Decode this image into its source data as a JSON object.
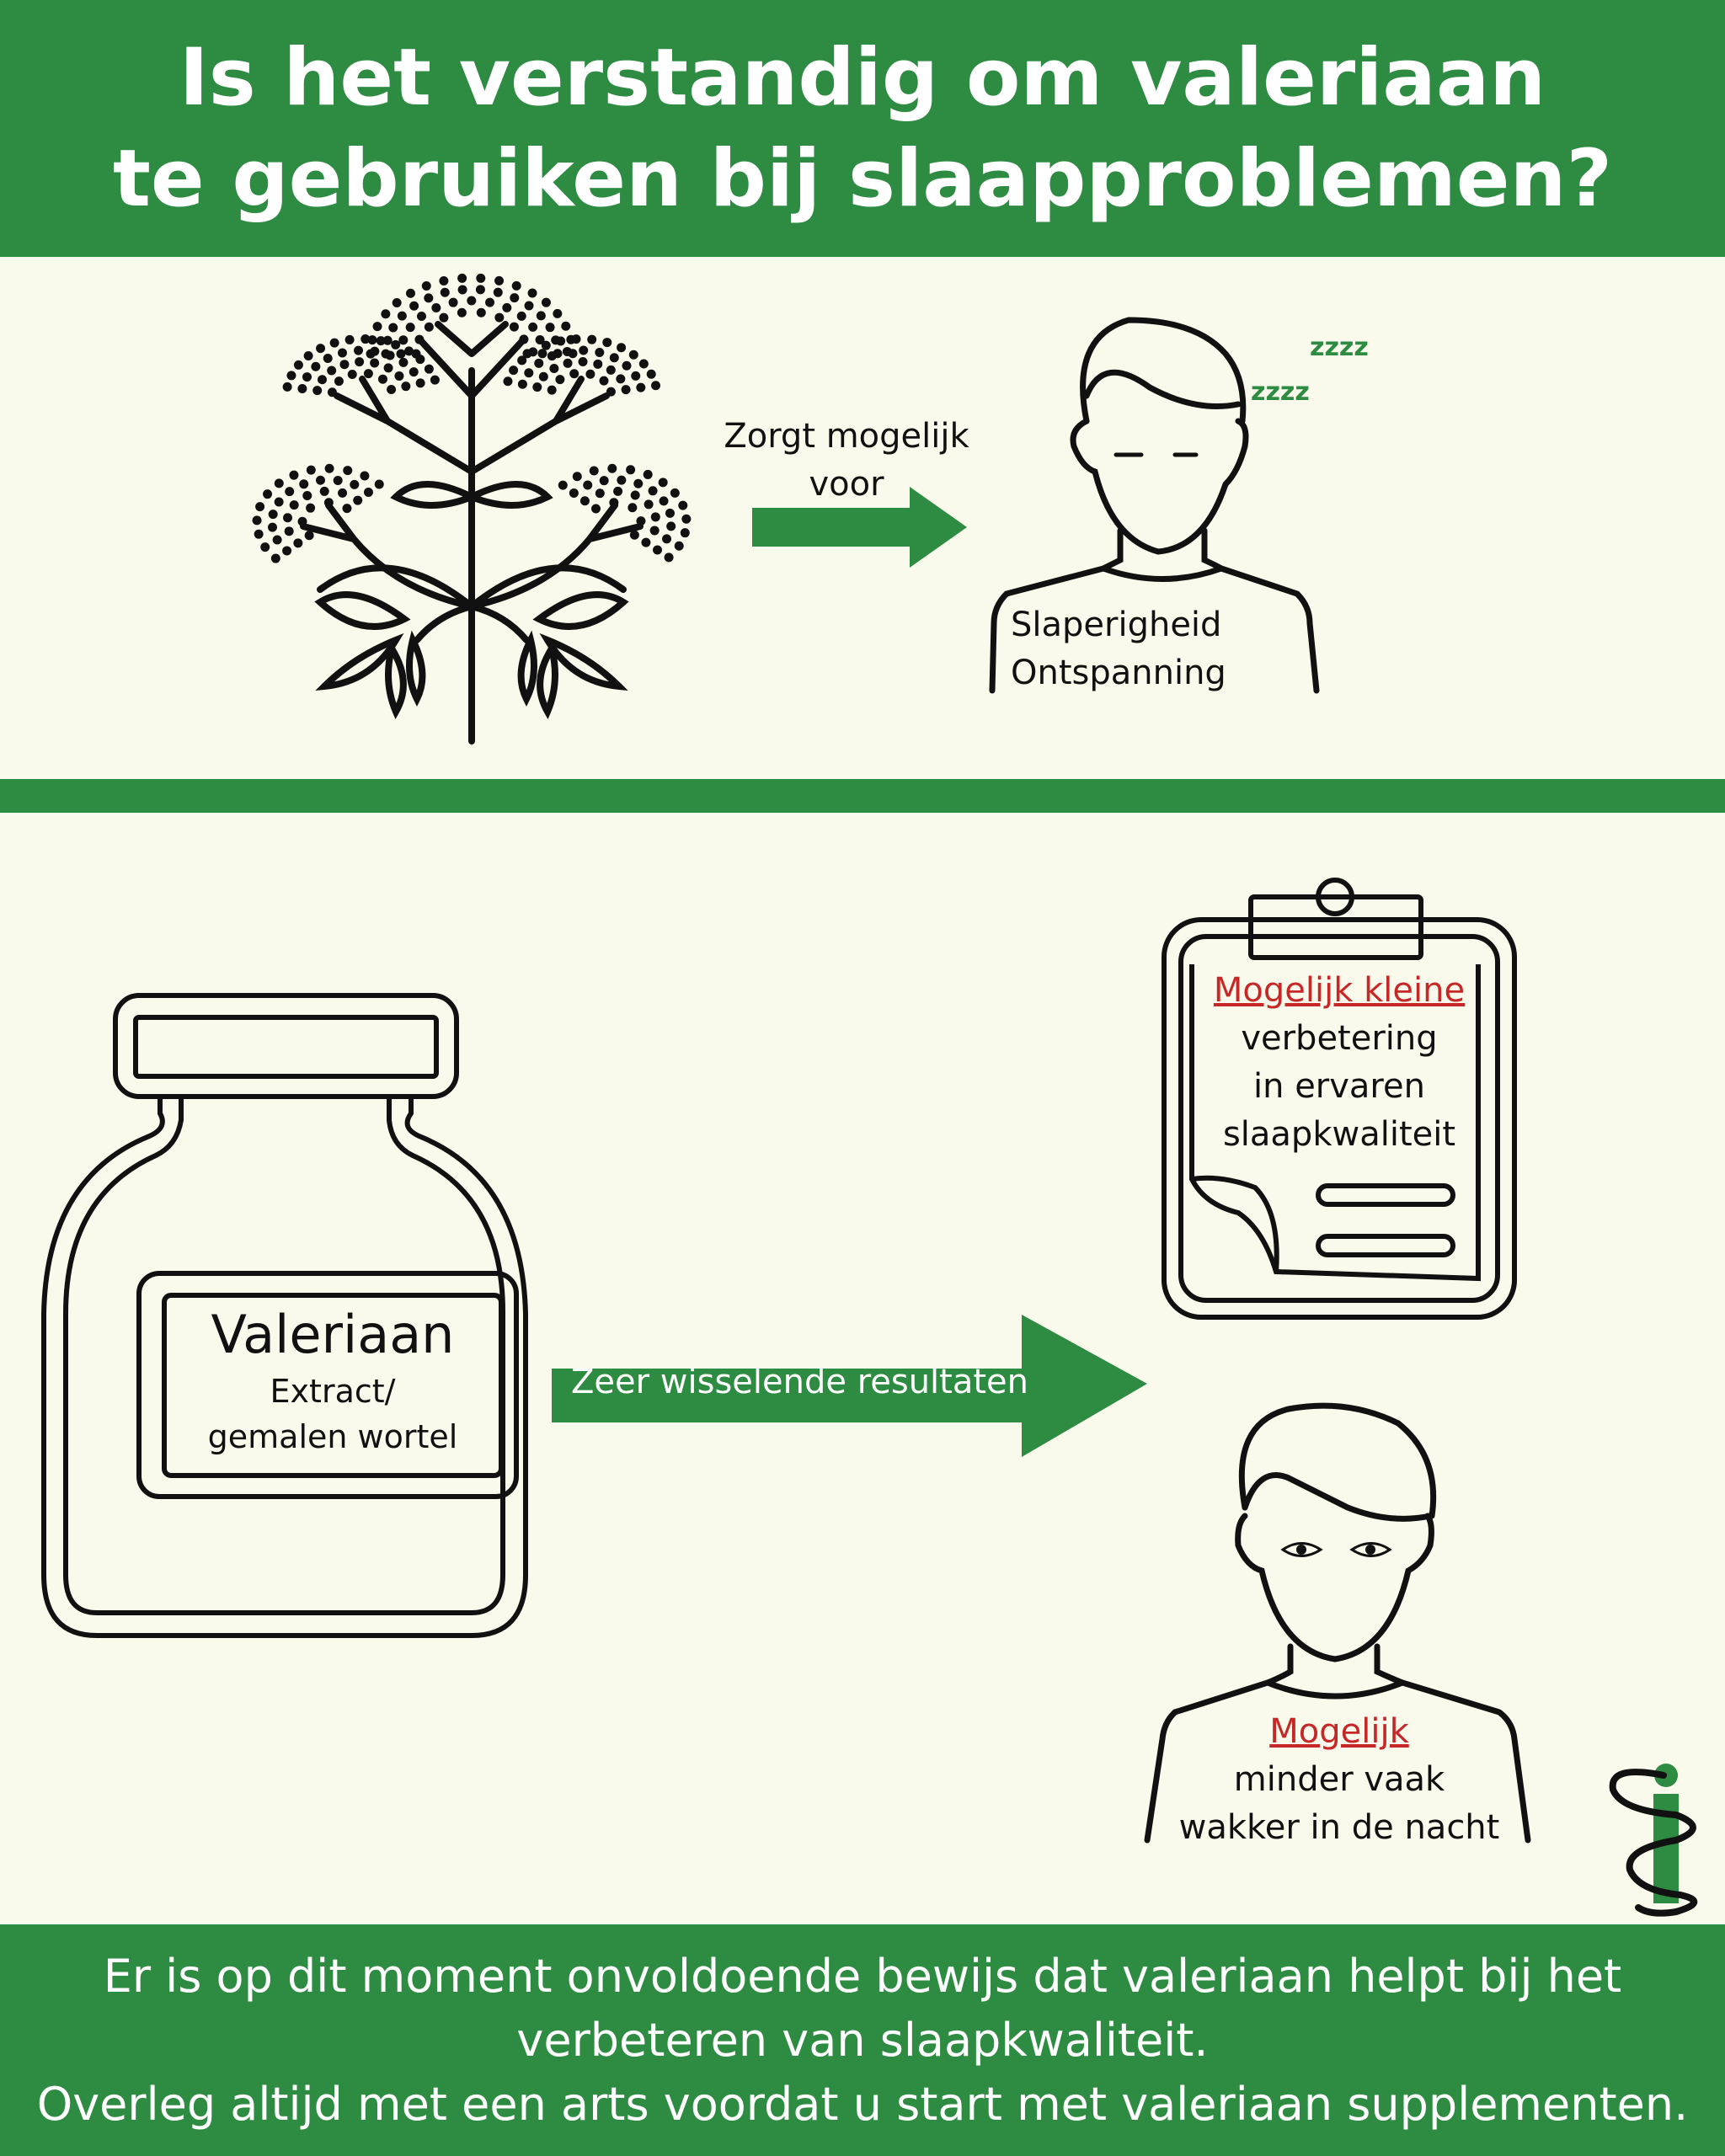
{
  "header": {
    "title_line1": "Is het verstandig om valeriaan",
    "title_line2": "te gebruiken bij slaapproblemen?"
  },
  "top_section": {
    "arrow_text_line1": "Zorgt mogelijk",
    "arrow_text_line2": "voor",
    "zzz_1": "zzzz",
    "zzz_2": "zzzz",
    "effect_1": "Slaperigheid",
    "effect_2": "Ontspanning"
  },
  "jar": {
    "label_title": "Valeriaan",
    "label_line1": "Extract/",
    "label_line2": "gemalen wortel"
  },
  "arrow_main": {
    "label": "Zeer wisselende resultaten"
  },
  "clipboard": {
    "highlight": "Mogelijk kleine",
    "line1": "verbetering",
    "line2": "in ervaren",
    "line3": "slaapkwaliteit"
  },
  "person_awake": {
    "highlight": "Mogelijk",
    "line1": "minder vaak",
    "line2": "wakker in de nacht"
  },
  "footer": {
    "line1": "Er is op dit moment onvoldoende bewijs dat valeriaan helpt bij het",
    "line2": "verbeteren van slaapkwaliteit.",
    "line3": "Overleg altijd met een arts voordat u start met valeriaan supplementen."
  },
  "colors": {
    "brand_green": "#2e8b42",
    "background": "#fafaec",
    "highlight_red": "#c62828"
  },
  "icons": [
    "valerian-plant-icon",
    "sleeping-person-icon",
    "supplement-jar-icon",
    "clipboard-icon",
    "awake-person-icon",
    "pharmacy-logo-icon"
  ]
}
